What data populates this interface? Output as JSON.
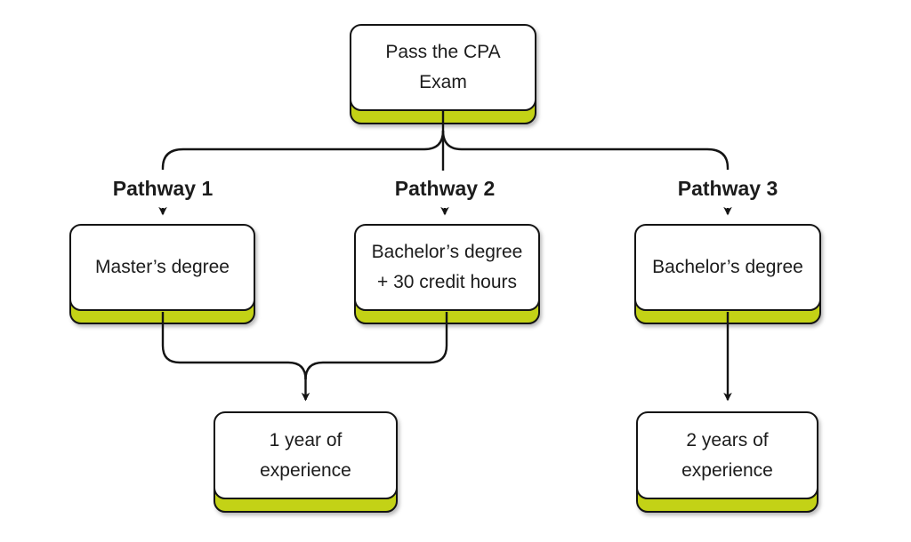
{
  "palette": {
    "accent": "#c3d216",
    "line": "#141414",
    "text": "#1c1c1c",
    "node_fill": "#ffffff",
    "background": "#ffffff"
  },
  "flowchart": {
    "nodes": {
      "exam": {
        "line1": "Pass the CPA",
        "line2": "Exam"
      },
      "masters": {
        "line1": "Master’s degree"
      },
      "bachelor30": {
        "line1": "Bachelor’s degree",
        "line2": "+ 30 credit hours"
      },
      "bachelor": {
        "line1": "Bachelor’s degree"
      },
      "exp1": {
        "line1": "1 year of",
        "line2": "experience"
      },
      "exp2": {
        "line1": "2 years of",
        "line2": "experience"
      }
    },
    "labels": {
      "pathway1": "Pathway 1",
      "pathway2": "Pathway 2",
      "pathway3": "Pathway 3"
    },
    "edges": [
      {
        "from": "exam",
        "to": "masters",
        "via": "Pathway 1"
      },
      {
        "from": "exam",
        "to": "bachelor30",
        "via": "Pathway 2"
      },
      {
        "from": "exam",
        "to": "bachelor",
        "via": "Pathway 3"
      },
      {
        "from": "masters",
        "to": "exp1"
      },
      {
        "from": "bachelor30",
        "to": "exp1"
      },
      {
        "from": "bachelor",
        "to": "exp2"
      }
    ]
  }
}
